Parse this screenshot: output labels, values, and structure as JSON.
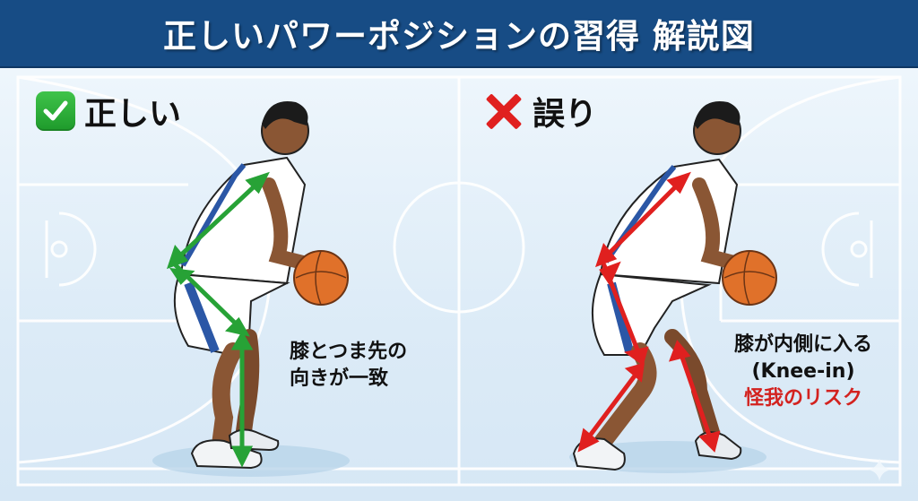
{
  "header": {
    "title": "正しいパワーポジションの習得 解説図",
    "background_color": "#174c85"
  },
  "panels": [
    {
      "id": "correct",
      "label": "正しい",
      "icon": "check-mark-icon",
      "icon_color": "#2bb03a",
      "arrow_color": "#27a236",
      "note_lines": [
        "膝とつま先の",
        "向きが一致"
      ]
    },
    {
      "id": "incorrect",
      "label": "誤り",
      "icon": "cross-mark-icon",
      "icon_color": "#e0201f",
      "arrow_color": "#e0201f",
      "note_lines": [
        "膝が内側に入る",
        "(Knee-in)"
      ],
      "warning": "怪我のリスク",
      "warning_color": "#d3221f"
    }
  ],
  "background": {
    "theme": "basketball-court",
    "court_line_color": "#ffffff",
    "floor_color": "#e1eef9"
  },
  "watermark": {
    "icon": "sparkle-icon"
  }
}
